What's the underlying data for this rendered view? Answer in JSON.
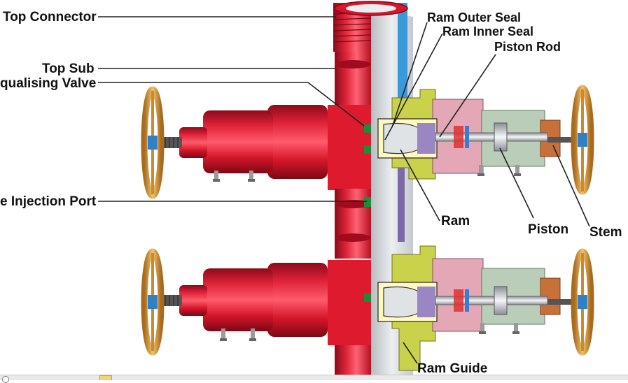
{
  "labels": {
    "top_connector": "Top Connector",
    "top_sub": "Top Sub",
    "equalising_valve": "qualising Valve",
    "injection_port": "e Injection Port",
    "ram_outer_seal": "Ram Outer Seal",
    "ram_inner_seal": "Ram Inner Seal",
    "piston_rod": "Piston Rod",
    "ram": "Ram",
    "piston": "Piston",
    "stem": "Stem",
    "ram_guide": "Ram Guide"
  },
  "colors": {
    "body_red": "#d8162a",
    "body_dark_red": "#9e0c1c",
    "bore_grey": "#d9dde0",
    "seal_blue": "#3a9ad9",
    "bonnet_yellow_green": "#c9d24a",
    "housing_pink": "#e3a7b5",
    "cylinder_green_grey": "#b9cdb8",
    "wheel_orange": "#e0a24a",
    "seal_green": "#1e8a3a",
    "stem_brown": "#c8703a"
  }
}
